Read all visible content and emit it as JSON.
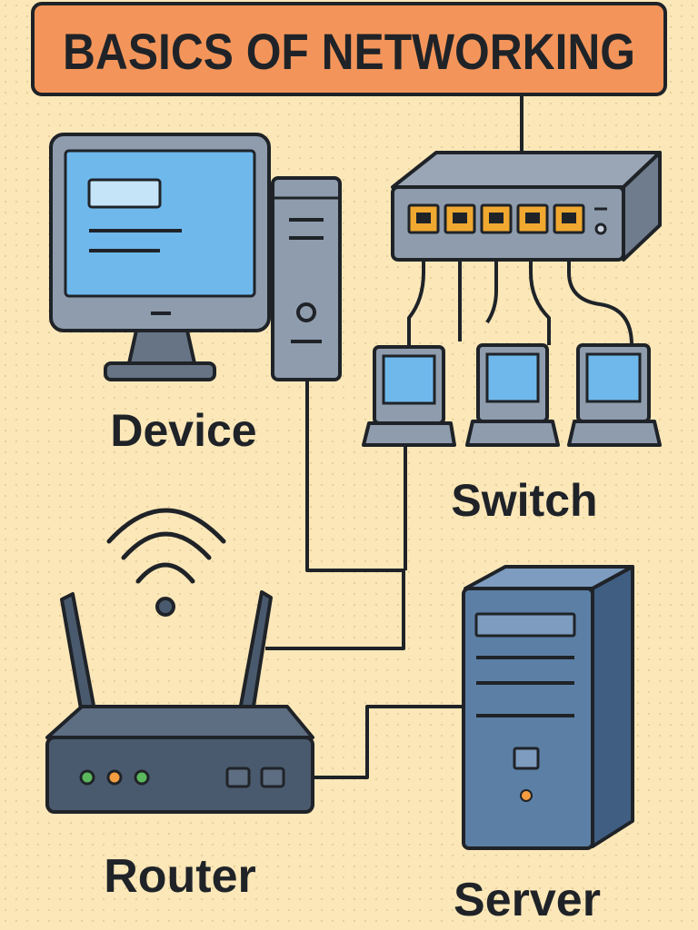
{
  "title": "BASICS OF NETWORKING",
  "labels": {
    "device": "Device",
    "switch": "Switch",
    "router": "Router",
    "server": "Server"
  },
  "colors": {
    "background": "#fbe7b8",
    "title_bar": "#f3955a",
    "outline": "#1f2328",
    "screen_blue": "#6fb8ec",
    "device_gray": "#8e9cad",
    "switch_port": "#f0a830",
    "router_body": "#4a5a6e",
    "server_blue": "#5c7fa5",
    "led_green": "#5cb85c",
    "led_orange": "#f39c40"
  },
  "icons": [
    "desktop-monitor-icon",
    "pc-tower-icon",
    "network-switch-icon",
    "laptop-icon",
    "wifi-router-icon",
    "wifi-signal-icon",
    "server-tower-icon"
  ]
}
